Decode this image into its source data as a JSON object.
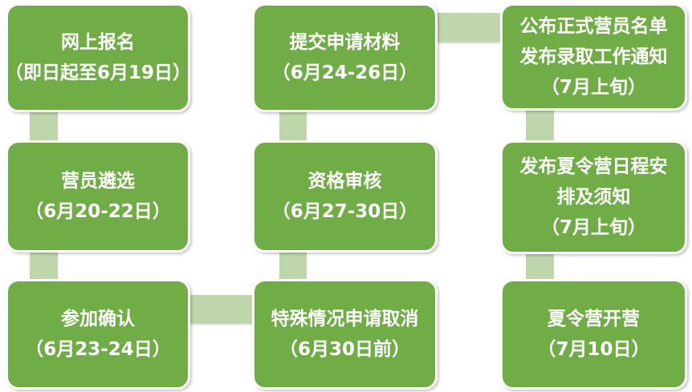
{
  "diagram": {
    "type": "flowchart",
    "description": "summer-camp application process flow, 3 columns of green steps",
    "colors": {
      "box_fill": "#70AD47",
      "box_border": "#FFFFFF",
      "connector": "#BFD6AC",
      "text": "#FFFFFF",
      "background": "#FFFFFF"
    },
    "steps": [
      {
        "id": "online-registration",
        "lines": [
          "网上报名",
          "（即日起至6月19日）"
        ]
      },
      {
        "id": "camper-selection",
        "lines": [
          "营员遴选",
          "（6月20-22日）"
        ]
      },
      {
        "id": "participation-confirmation",
        "lines": [
          "参加确认",
          "（6月23-24日）"
        ]
      },
      {
        "id": "submit-application-materials",
        "lines": [
          "提交申请材料",
          "（6月24-26日）"
        ]
      },
      {
        "id": "qualification-review",
        "lines": [
          "资格审核",
          "（6月27-30日）"
        ]
      },
      {
        "id": "special-cancellation",
        "lines": [
          "特殊情况申请取消",
          "（6月30日前）"
        ]
      },
      {
        "id": "announce-camper-list",
        "lines": [
          "公布正式营员名单",
          "发布录取工作通知",
          "（7月上旬）"
        ]
      },
      {
        "id": "publish-schedule",
        "lines": [
          "发布夏令营日程安",
          "排及须知",
          "（7月上旬）"
        ]
      },
      {
        "id": "camp-opening",
        "lines": [
          "夏令营开营",
          "（7月10日）"
        ]
      }
    ],
    "connections": [
      "online-registration→camper-selection",
      "camper-selection→participation-confirmation",
      "participation-confirmation→special-cancellation",
      "submit-application-materials→qualification-review",
      "qualification-review→special-cancellation",
      "submit-application-materials→announce-camper-list",
      "announce-camper-list→publish-schedule",
      "publish-schedule→camp-opening"
    ]
  }
}
